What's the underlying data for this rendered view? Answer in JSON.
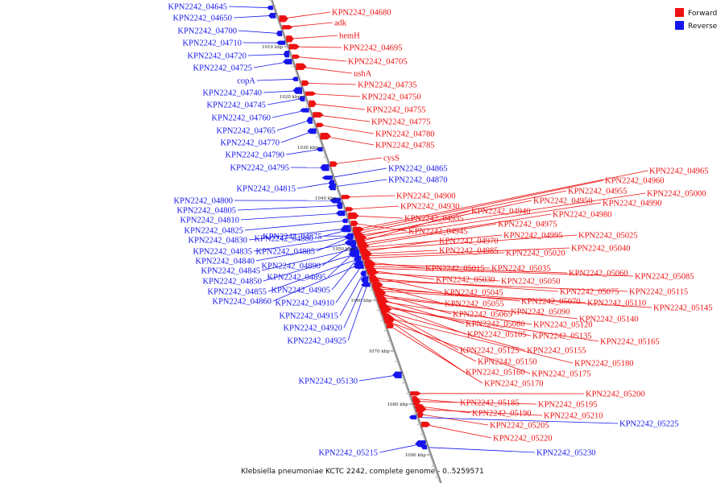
{
  "colors": {
    "forward": "#ee1111",
    "reverse": "#1515ee",
    "axis": "#888888"
  },
  "legend": [
    {
      "label": "Forward",
      "color": "#ee1111"
    },
    {
      "label": "Reverse",
      "color": "#1515ee"
    }
  ],
  "caption": "Klebsiella pneumoniae KCTC 2242, complete genome - 0..5259571",
  "axis": {
    "range_kbp": [
      1004,
      1095
    ],
    "ticks": [
      "1010 kbp",
      "1020 kbp",
      "1030 kbp",
      "1040 kbp",
      "1050 kbp",
      "1060 kbp",
      "1070 kbp",
      "1080 kbp",
      "1090 kbp"
    ]
  },
  "genes": [
    {
      "label": "KPN2242_04645",
      "strand": "reverse",
      "kbp": 1005.0
    },
    {
      "label": "KPN2242_04650",
      "strand": "reverse",
      "kbp": 1006.0
    },
    {
      "label": "KPN2242_04680",
      "strand": "forward",
      "kbp": 1006.4
    },
    {
      "label": "adk",
      "strand": "forward",
      "kbp": 1007.5
    },
    {
      "label": "KPN2242_04700",
      "strand": "reverse",
      "kbp": 1008.3
    },
    {
      "label": "hemH",
      "strand": "forward",
      "kbp": 1009.0
    },
    {
      "label": "KPN2242_04710",
      "strand": "reverse",
      "kbp": 1009.5
    },
    {
      "label": "KPN2242_04695",
      "strand": "forward",
      "kbp": 1010.0
    },
    {
      "label": "KPN2242_04720",
      "strand": "reverse",
      "kbp": 1011.5
    },
    {
      "label": "KPN2242_04705",
      "strand": "forward",
      "kbp": 1012.0
    },
    {
      "label": "KPN2242_04725",
      "strand": "reverse",
      "kbp": 1013.0
    },
    {
      "label": "ushA",
      "strand": "forward",
      "kbp": 1014.0
    },
    {
      "label": "copA",
      "strand": "reverse",
      "kbp": 1016.5
    },
    {
      "label": "KPN2242_04735",
      "strand": "forward",
      "kbp": 1017.3
    },
    {
      "label": "KPN2242_04740",
      "strand": "reverse",
      "kbp": 1018.8
    },
    {
      "label": "KPN2242_04750",
      "strand": "forward",
      "kbp": 1019.4
    },
    {
      "label": "KPN2242_04745",
      "strand": "reverse",
      "kbp": 1020.4
    },
    {
      "label": "KPN2242_04755",
      "strand": "forward",
      "kbp": 1021.4
    },
    {
      "label": "KPN2242_04760",
      "strand": "reverse",
      "kbp": 1022.7
    },
    {
      "label": "KPN2242_04775",
      "strand": "forward",
      "kbp": 1023.6
    },
    {
      "label": "KPN2242_04765",
      "strand": "reverse",
      "kbp": 1024.7
    },
    {
      "label": "KPN2242_04780",
      "strand": "forward",
      "kbp": 1025.6
    },
    {
      "label": "KPN2242_04770",
      "strand": "reverse",
      "kbp": 1026.8
    },
    {
      "label": "KPN2242_04785",
      "strand": "forward",
      "kbp": 1027.8
    },
    {
      "label": "KPN2242_04790",
      "strand": "reverse",
      "kbp": 1030.4
    },
    {
      "label": "cysS",
      "strand": "forward",
      "kbp": 1033.3
    },
    {
      "label": "KPN2242_04795",
      "strand": "reverse",
      "kbp": 1034.0
    },
    {
      "label": "KPN2242_04865",
      "strand": "reverse",
      "kbp": 1036.0
    },
    {
      "label": "KPN2242_04815",
      "strand": "reverse",
      "kbp": 1037.0
    },
    {
      "label": "KPN2242_04870",
      "strand": "reverse",
      "kbp": 1037.8
    },
    {
      "label": "KPN2242_04900",
      "strand": "forward",
      "kbp": 1039.8
    },
    {
      "label": "KPN2242_04800",
      "strand": "reverse",
      "kbp": 1040.5
    },
    {
      "label": "KPN2242_04805",
      "strand": "reverse",
      "kbp": 1041.5
    },
    {
      "label": "KPN2242_04930",
      "strand": "forward",
      "kbp": 1042.2
    },
    {
      "label": "KPN2242_04810",
      "strand": "reverse",
      "kbp": 1043.0
    },
    {
      "label": "KPN2242_04935",
      "strand": "forward",
      "kbp": 1043.5
    },
    {
      "label": "KPN2242_04825",
      "strand": "reverse",
      "kbp": 1044.5
    },
    {
      "label": "KPN2242_04945",
      "strand": "forward",
      "kbp": 1045.0
    },
    {
      "label": "KPN2242_04830",
      "strand": "reverse",
      "kbp": 1046.0
    },
    {
      "label": "KPN2242_04880",
      "strand": "reverse",
      "kbp": 1046.3
    },
    {
      "label": "KPN2242_04875",
      "strand": "reverse",
      "kbp": 1047.5
    },
    {
      "label": "KPN2242_04835",
      "strand": "reverse",
      "kbp": 1047.6
    },
    {
      "label": "KPN2242_04885",
      "strand": "reverse",
      "kbp": 1047.7
    },
    {
      "label": "KPN2242_04840",
      "strand": "reverse",
      "kbp": 1048.8
    },
    {
      "label": "KPN2242_04890",
      "strand": "reverse",
      "kbp": 1049.2
    },
    {
      "label": "KPN2242_04845",
      "strand": "reverse",
      "kbp": 1050.0
    },
    {
      "label": "KPN2242_04895",
      "strand": "reverse",
      "kbp": 1050.5
    },
    {
      "label": "KPN2242_04850",
      "strand": "reverse",
      "kbp": 1051.0
    },
    {
      "label": "KPN2242_04905",
      "strand": "reverse",
      "kbp": 1051.8
    },
    {
      "label": "KPN2242_04855",
      "strand": "reverse",
      "kbp": 1052.0
    },
    {
      "label": "KPN2242_04860",
      "strand": "reverse",
      "kbp": 1053.0
    },
    {
      "label": "KPN2242_04910",
      "strand": "reverse",
      "kbp": 1053.5
    },
    {
      "label": "KPN2242_04915",
      "strand": "reverse",
      "kbp": 1054.8
    },
    {
      "label": "KPN2242_04920",
      "strand": "reverse",
      "kbp": 1056.0
    },
    {
      "label": "KPN2242_04925",
      "strand": "reverse",
      "kbp": 1057.0
    },
    {
      "label": "KPN2242_04965",
      "strand": "forward",
      "kbp": 1046.2
    },
    {
      "label": "KPN2242_04960",
      "strand": "forward",
      "kbp": 1046.6
    },
    {
      "label": "KPN2242_04955",
      "strand": "forward",
      "kbp": 1047.0
    },
    {
      "label": "KPN2242_05000",
      "strand": "forward",
      "kbp": 1047.4
    },
    {
      "label": "KPN2242_04950",
      "strand": "forward",
      "kbp": 1047.8
    },
    {
      "label": "KPN2242_04990",
      "strand": "forward",
      "kbp": 1048.2
    },
    {
      "label": "KPN2242_04940",
      "strand": "forward",
      "kbp": 1048.6
    },
    {
      "label": "KPN2242_04980",
      "strand": "forward",
      "kbp": 1049.0
    },
    {
      "label": "KPN2242_04975",
      "strand": "forward",
      "kbp": 1049.4
    },
    {
      "label": "KPN2242_04995",
      "strand": "forward",
      "kbp": 1049.8
    },
    {
      "label": "KPN2242_05025",
      "strand": "forward",
      "kbp": 1050.2
    },
    {
      "label": "KPN2242_04970",
      "strand": "forward",
      "kbp": 1050.6
    },
    {
      "label": "KPN2242_04985",
      "strand": "forward",
      "kbp": 1051.0
    },
    {
      "label": "KPN2242_05040",
      "strand": "forward",
      "kbp": 1051.4
    },
    {
      "label": "KPN2242_05020",
      "strand": "forward",
      "kbp": 1051.8
    },
    {
      "label": "KPN2242_05015",
      "strand": "forward",
      "kbp": 1052.6
    },
    {
      "label": "KPN2242_05035",
      "strand": "forward",
      "kbp": 1053.0
    },
    {
      "label": "KPN2242_05060",
      "strand": "forward",
      "kbp": 1053.4
    },
    {
      "label": "KPN2242_05085",
      "strand": "forward",
      "kbp": 1053.8
    },
    {
      "label": "KPN2242_05030",
      "strand": "forward",
      "kbp": 1054.2
    },
    {
      "label": "KPN2242_05050",
      "strand": "forward",
      "kbp": 1054.6
    },
    {
      "label": "KPN2242_05045",
      "strand": "forward",
      "kbp": 1055.4
    },
    {
      "label": "KPN2242_05075",
      "strand": "forward",
      "kbp": 1055.8
    },
    {
      "label": "KPN2242_05115",
      "strand": "forward",
      "kbp": 1056.2
    },
    {
      "label": "KPN2242_05055",
      "strand": "forward",
      "kbp": 1057.0
    },
    {
      "label": "KPN2242_05070",
      "strand": "forward",
      "kbp": 1057.4
    },
    {
      "label": "KPN2242_05110",
      "strand": "forward",
      "kbp": 1057.8
    },
    {
      "label": "KPN2242_05145",
      "strand": "forward",
      "kbp": 1058.2
    },
    {
      "label": "KPN2242_05065",
      "strand": "forward",
      "kbp": 1058.6
    },
    {
      "label": "KPN2242_05090",
      "strand": "forward",
      "kbp": 1059.0
    },
    {
      "label": "KPN2242_05140",
      "strand": "forward",
      "kbp": 1059.4
    },
    {
      "label": "KPN2242_05080",
      "strand": "forward",
      "kbp": 1059.8
    },
    {
      "label": "KPN2242_05120",
      "strand": "forward",
      "kbp": 1060.2
    },
    {
      "label": "KPN2242_05105",
      "strand": "forward",
      "kbp": 1060.6
    },
    {
      "label": "KPN2242_05135",
      "strand": "forward",
      "kbp": 1061.0
    },
    {
      "label": "KPN2242_05165",
      "strand": "forward",
      "kbp": 1061.4
    },
    {
      "label": "KPN2242_05125",
      "strand": "forward",
      "kbp": 1061.8
    },
    {
      "label": "KPN2242_05155",
      "strand": "forward",
      "kbp": 1062.2
    },
    {
      "label": "KPN2242_05150",
      "strand": "forward",
      "kbp": 1063.0
    },
    {
      "label": "KPN2242_05180",
      "strand": "forward",
      "kbp": 1063.4
    },
    {
      "label": "KPN2242_05160",
      "strand": "forward",
      "kbp": 1063.8
    },
    {
      "label": "KPN2242_05175",
      "strand": "forward",
      "kbp": 1064.2
    },
    {
      "label": "KPN2242_05170",
      "strand": "forward",
      "kbp": 1065.0
    },
    {
      "label": "KPN2242_05130",
      "strand": "reverse",
      "kbp": 1074.5
    },
    {
      "label": "KPN2242_05200",
      "strand": "forward",
      "kbp": 1078.0
    },
    {
      "label": "KPN2242_05185",
      "strand": "forward",
      "kbp": 1079.0
    },
    {
      "label": "KPN2242_05195",
      "strand": "forward",
      "kbp": 1079.5
    },
    {
      "label": "KPN2242_05190",
      "strand": "forward",
      "kbp": 1080.4
    },
    {
      "label": "KPN2242_05210",
      "strand": "forward",
      "kbp": 1081.0
    },
    {
      "label": "KPN2242_05205",
      "strand": "forward",
      "kbp": 1082.0
    },
    {
      "label": "KPN2242_05225",
      "strand": "reverse",
      "kbp": 1082.6
    },
    {
      "label": "KPN2242_05220",
      "strand": "forward",
      "kbp": 1084.0
    },
    {
      "label": "KPN2242_05215",
      "strand": "reverse",
      "kbp": 1087.8
    },
    {
      "label": "KPN2242_05230",
      "strand": "reverse",
      "kbp": 1088.5
    }
  ]
}
